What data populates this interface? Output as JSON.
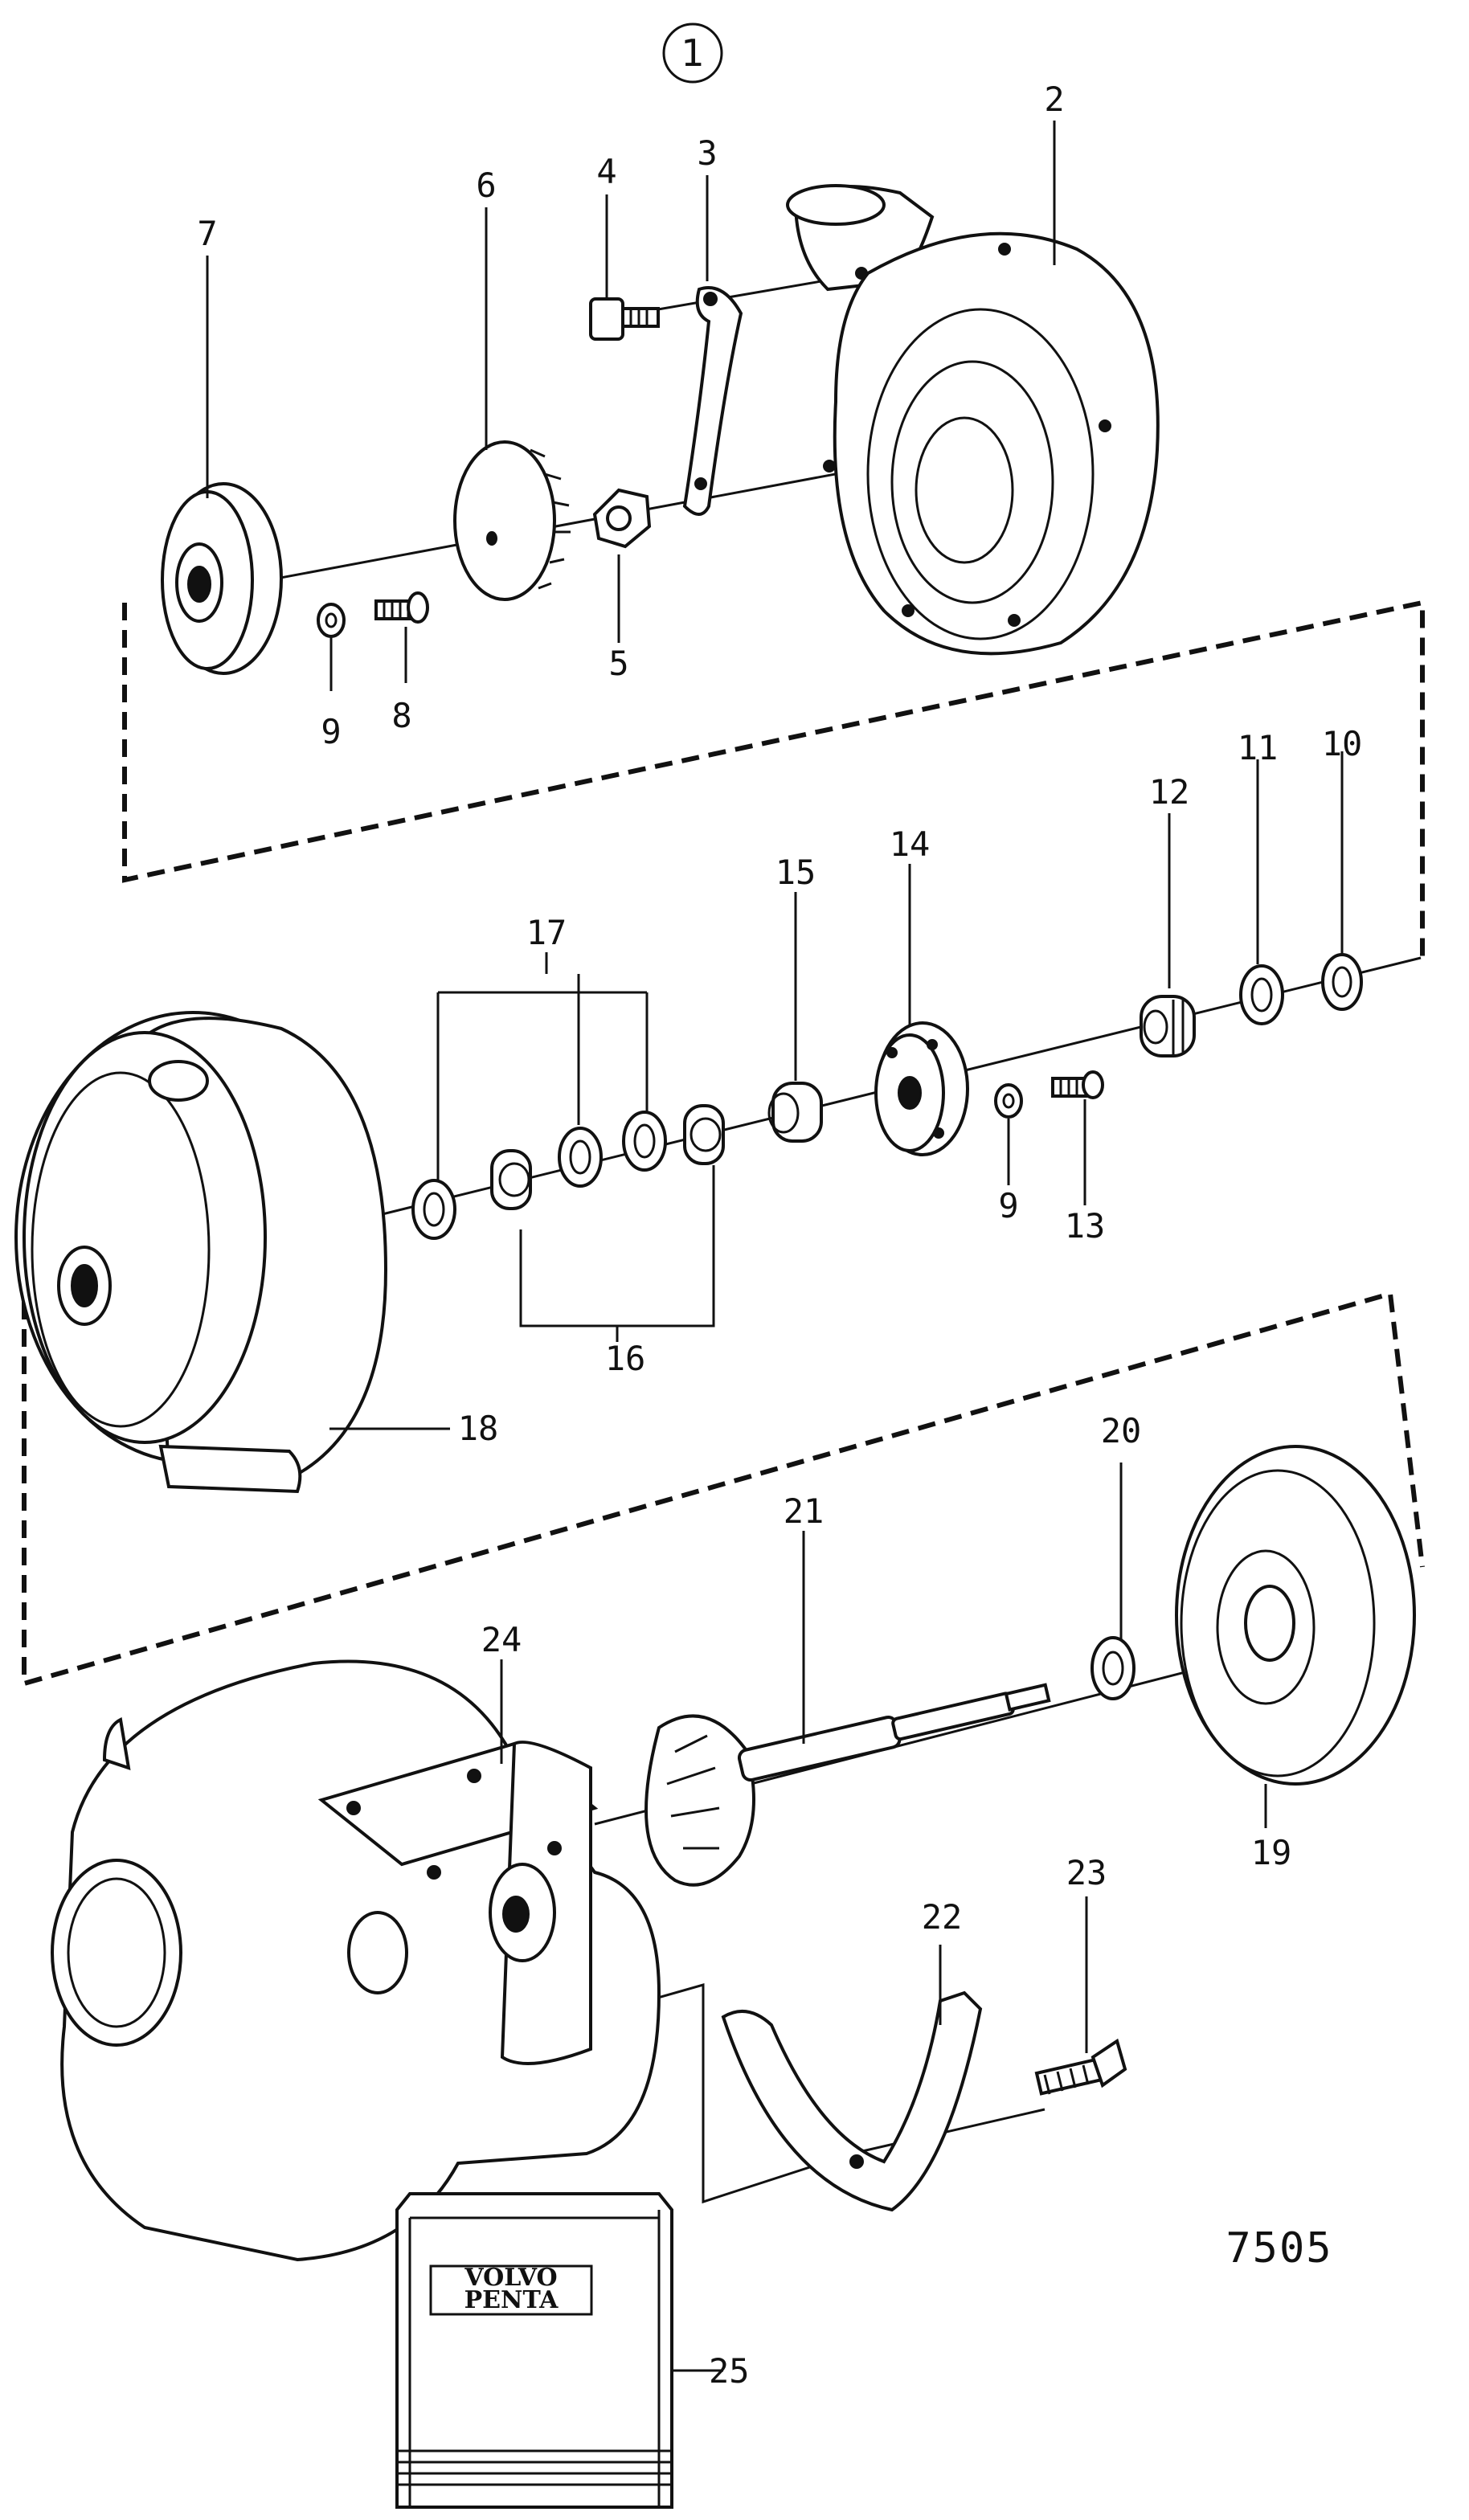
{
  "group_number": "1",
  "drawing_code": "7505",
  "brand_logo": {
    "line1": "VOLVO",
    "line2": "PENTA"
  },
  "part_labels": {
    "p1": "2",
    "p2": "3",
    "p3": "4",
    "p4": "5",
    "p5": "6",
    "p6": "7",
    "p7": "8",
    "p8": "9",
    "p9": "10",
    "p10": "11",
    "p11": "12",
    "p12": "13",
    "p13": "14",
    "p14": "15",
    "p15": "16",
    "p16": "17",
    "p17": "9",
    "p18": "18",
    "p19": "19",
    "p20": "20",
    "p21": "21",
    "p22": "22",
    "p23": "23",
    "p24": "24",
    "p25": "25"
  }
}
